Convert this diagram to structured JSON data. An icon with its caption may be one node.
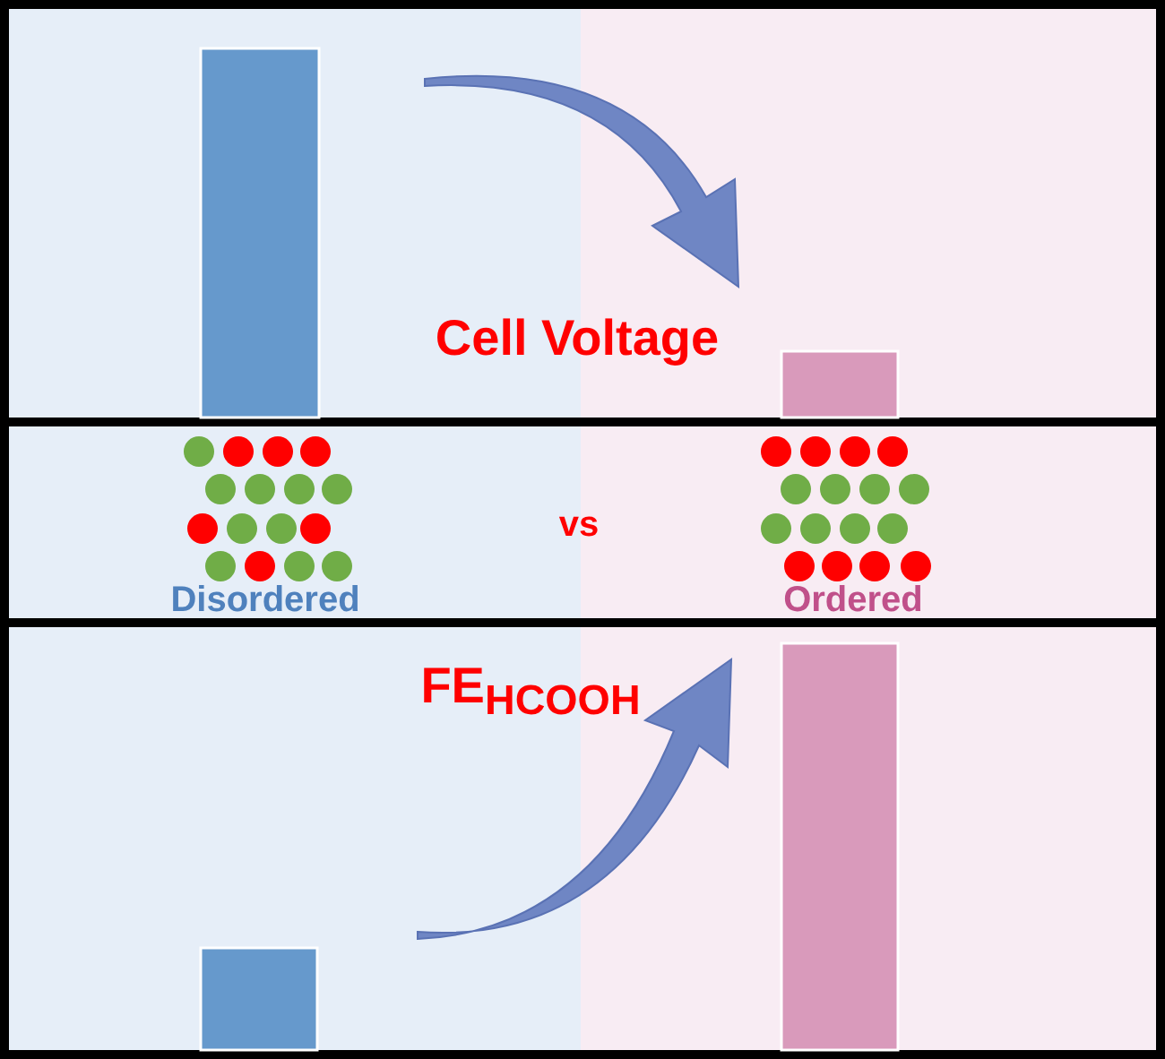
{
  "diagram": {
    "labels": [
      "Cell Voltage",
      "Disordered",
      "vs",
      "Ordered",
      "FE$_{HCOOH}$"
    ]
  }
}
